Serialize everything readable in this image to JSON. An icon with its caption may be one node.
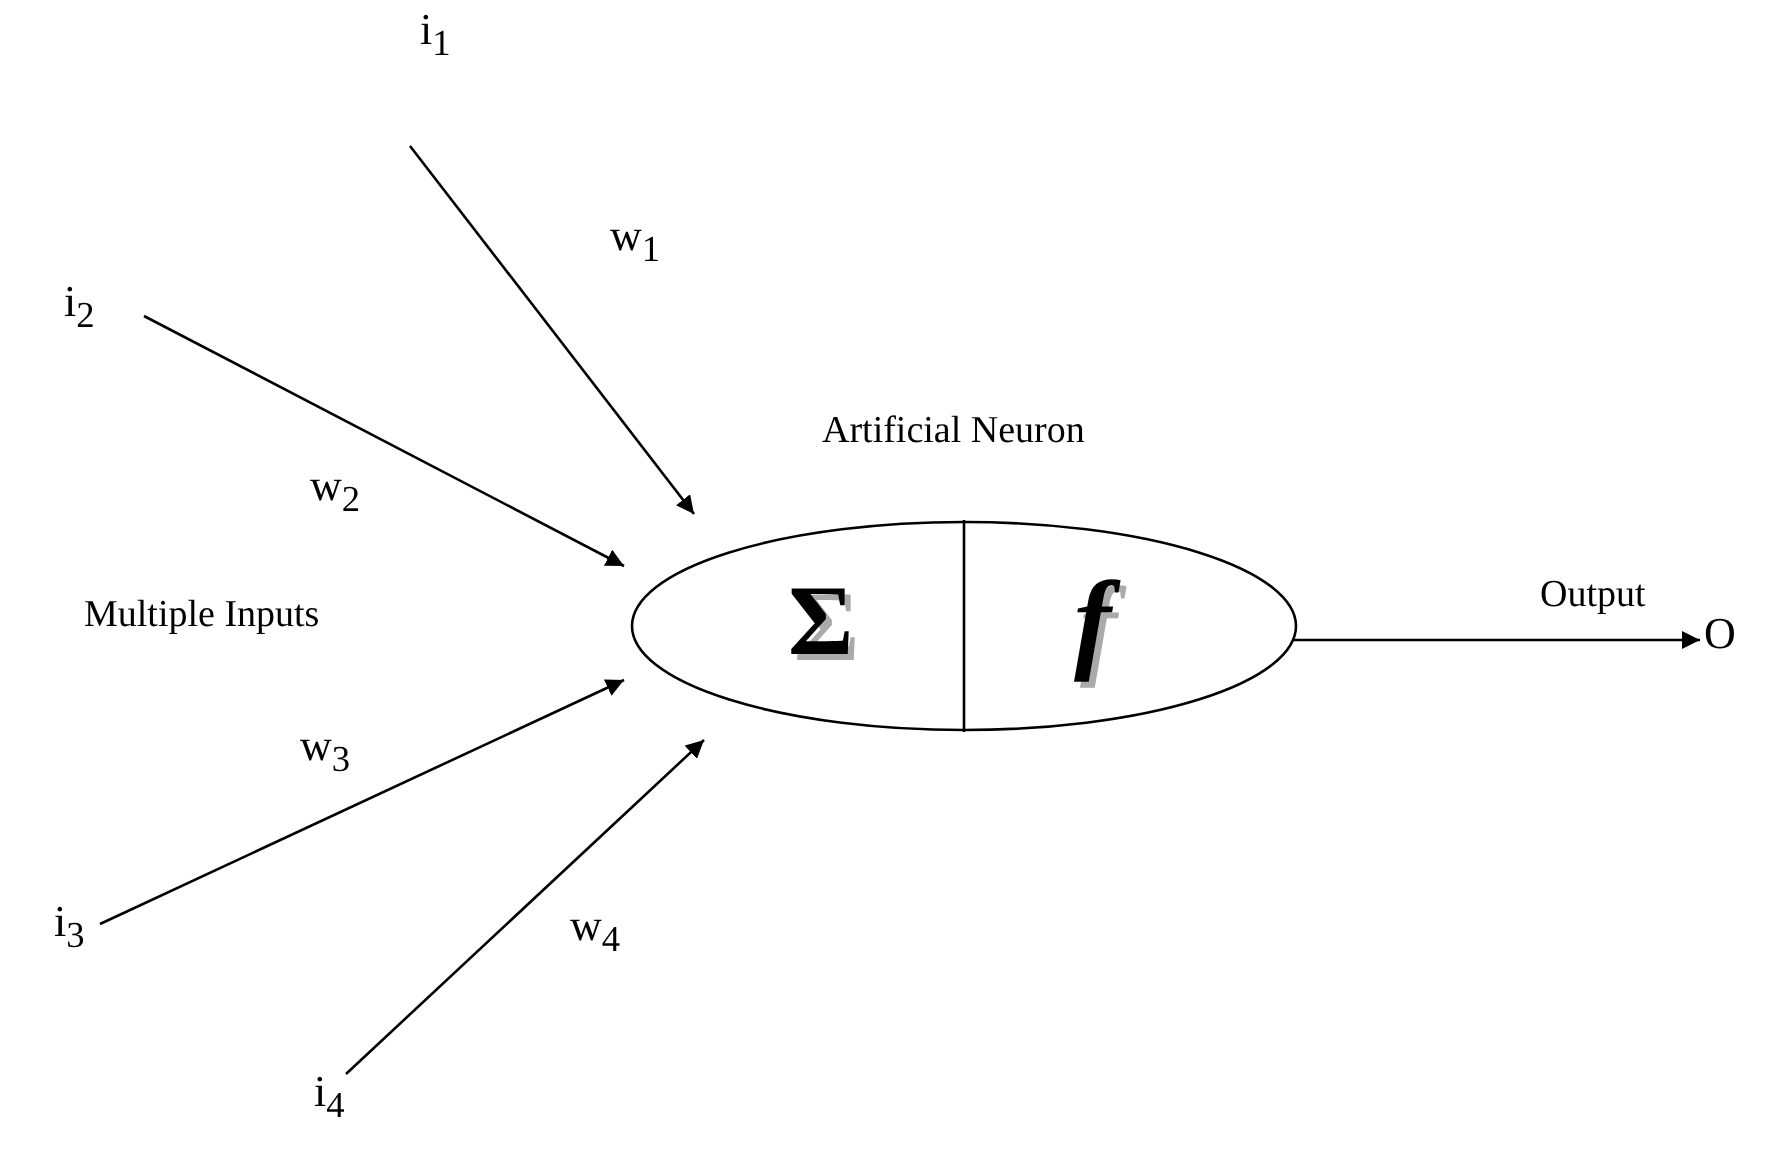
{
  "diagram": {
    "nodes": [
      {
        "text": [
          "i$_{1}$"
        ]
      },
      {
        "text": [
          "i$_{2}$"
        ]
      },
      {
        "text": [
          "i$_{3}$"
        ]
      },
      {
        "text": [
          "i$_{4}$"
        ]
      },
      {
        "text": [
          "Σ",
          "f"
        ],
        "beside": [
          "Artificial Neuron"
        ]
      },
      {
        "text": [
          "O"
        ]
      }
    ],
    "edges": [
      {
        "from": 0,
        "to": 4,
        "arrow": "to",
        "label": "w$_{1}$"
      },
      {
        "from": 1,
        "to": 4,
        "arrow": "to",
        "label": "w$_{2}$"
      },
      {
        "from": 2,
        "to": 4,
        "arrow": "to",
        "label": "w$_{3}$"
      },
      {
        "from": 3,
        "to": 4,
        "arrow": "to",
        "label": "w$_{4}$"
      },
      {
        "from": 4,
        "to": 5,
        "arrow": "to",
        "label": "Output"
      }
    ],
    "labels": [
      "Multiple Inputs"
    ]
  }
}
